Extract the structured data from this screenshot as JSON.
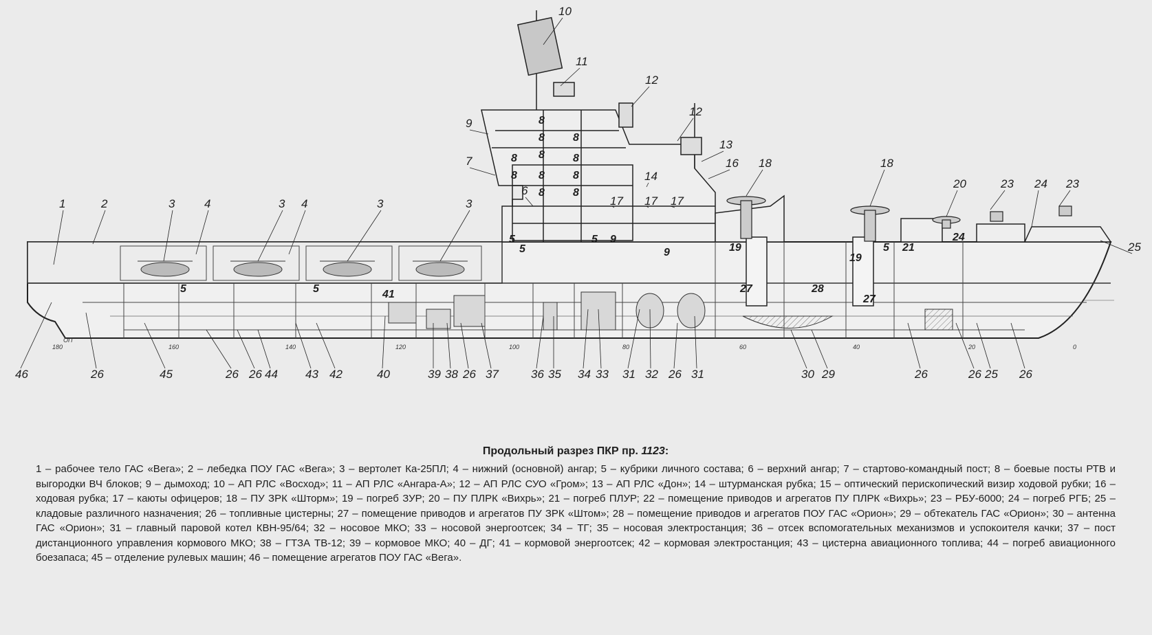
{
  "caption": {
    "title_prefix": "Продольный разрез ПКР пр. ",
    "title_project": "1123",
    "title_suffix": ":",
    "legend": "1 – рабочее тело ГАС «Вега»; 2 – лебедка ПОУ ГАС «Вега»; 3 – вертолет Ка-25ПЛ; 4 – нижний (основной) ангар; 5 – кубрики личного состава; 6 – верхний ангар; 7 – стартово-командный пост; 8 – боевые посты РТВ и выгородки ВЧ блоков; 9 – дымоход; 10 – АП РЛС «Восход»; 11 – АП РЛС «Ангара-А»; 12 – АП РЛС СУО «Гром»; 13 – АП РЛС «Дон»; 14 – штурманская рубка; 15 – оптический перископический визир ходовой рубки; 16 – ходовая рубка; 17 – каюты офицеров; 18 – ПУ ЗРК «Шторм»; 19 – погреб ЗУР; 20 – ПУ ПЛРК «Вихрь»; 21 – погреб ПЛУР; 22 – помещение приводов и агрегатов ПУ ПЛРК «Вихрь»; 23 – РБУ-6000; 24 – погреб РГБ; 25 – кладовые различного назначения; 26 – топливные цистерны; 27 – помещение приводов и агрегатов ПУ ЗРК «Штом»; 28 – помещение приводов и агрегатов ПОУ ГАС «Орион»; 29 – обтекатель ГАС «Орион»; 30 – антенна ГАС «Орион»; 31 – главный паровой котел КВН-95/64; 32 – носовое МКО; 33 – носовой энергоотсек; 34 – ТГ; 35 – носовая электростанция; 36 – отсек вспомогательных механизмов и успокоителя качки; 37 – пост дистанционного управления кормового МКО; 38 – ГТЗА ТВ-12; 39 – кормовое МКО; 40 – ДГ; 41 – кормовой энергоотсек; 42 – кормовая электростанция; 43 – цистерна авиационного топлива; 44 – погреб авиационного боезапаса; 45 – отделение рулевых машин; 46 – помещение агрегатов ПОУ ГАС «Вега»."
  },
  "diagram": {
    "baseline_label": "ОП",
    "frame_marks": [
      "180",
      "160",
      "140",
      "120",
      "100",
      "80",
      "60",
      "40",
      "20",
      "0"
    ],
    "callouts_top": [
      "1",
      "2",
      "3",
      "4",
      "3",
      "4",
      "3",
      "3",
      "10",
      "11",
      "12",
      "12",
      "13",
      "16",
      "18",
      "18",
      "20",
      "23",
      "23",
      "24",
      "9",
      "7",
      "6",
      "14",
      "17",
      "17",
      "17",
      "25"
    ],
    "callouts_bottom": [
      "46",
      "26",
      "45",
      "26",
      "26",
      "44",
      "43",
      "42",
      "40",
      "39",
      "38",
      "26",
      "37",
      "36",
      "35",
      "34",
      "33",
      "31",
      "32",
      "26",
      "31",
      "30",
      "29",
      "26",
      "26",
      "25",
      "26"
    ],
    "inner_labels": [
      "5",
      "5",
      "5",
      "41",
      "5",
      "5",
      "9",
      "9",
      "8",
      "8",
      "8",
      "8",
      "8",
      "8",
      "8",
      "8",
      "8",
      "8",
      "8",
      "19",
      "27",
      "28",
      "19",
      "27",
      "5",
      "21",
      "24"
    ]
  }
}
